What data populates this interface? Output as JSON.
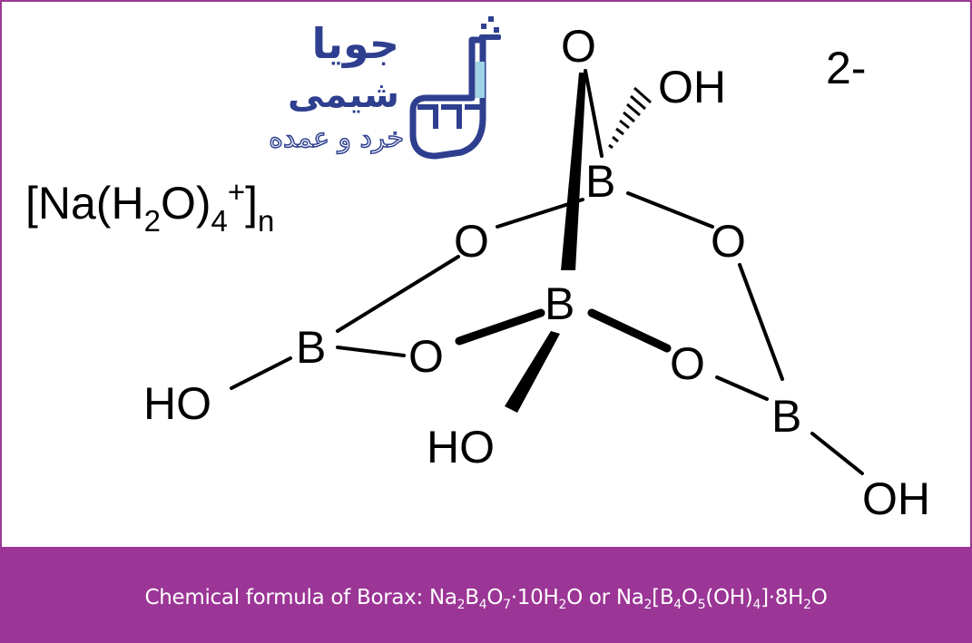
{
  "logo": {
    "line1": "جویا",
    "line2": "شیمی",
    "line3": "خرد و عمده",
    "brand_color": "#2e3f8f",
    "accent_color": "#9fd3e6"
  },
  "diagram": {
    "cation": {
      "prefix": "[Na(H",
      "sub1": "2",
      "mid": "O)",
      "sub2": "4",
      "sup": "+",
      "close": "]",
      "sub3": "n"
    },
    "charge": "2-",
    "atoms": {
      "o_top": "O",
      "oh_top": "OH",
      "b_top": "B",
      "o_left": "O",
      "o_right": "O",
      "b_center": "B",
      "b_left": "B",
      "o_center_left": "O",
      "o_center_right": "O",
      "b_right": "B",
      "ho_left": "HO",
      "ho_bottom": "HO",
      "oh_bottom_right": "OH"
    }
  },
  "caption": {
    "part1": "Chemical formula of Borax: Na",
    "s1": "2",
    "p2": "B",
    "s2": "4",
    "p3": "O",
    "s3": "7",
    "p4": "·10H",
    "s4": "2",
    "p5": "O or Na",
    "s5": "2",
    "p6": "[B",
    "s6": "4",
    "p7": "O",
    "s7": "5",
    "p8": "(OH)",
    "s8": "4",
    "p9": "]·8H",
    "s9": "2",
    "p10": "O"
  },
  "colors": {
    "frame": "#9b3a96",
    "caption_bar": "#9b3596"
  }
}
